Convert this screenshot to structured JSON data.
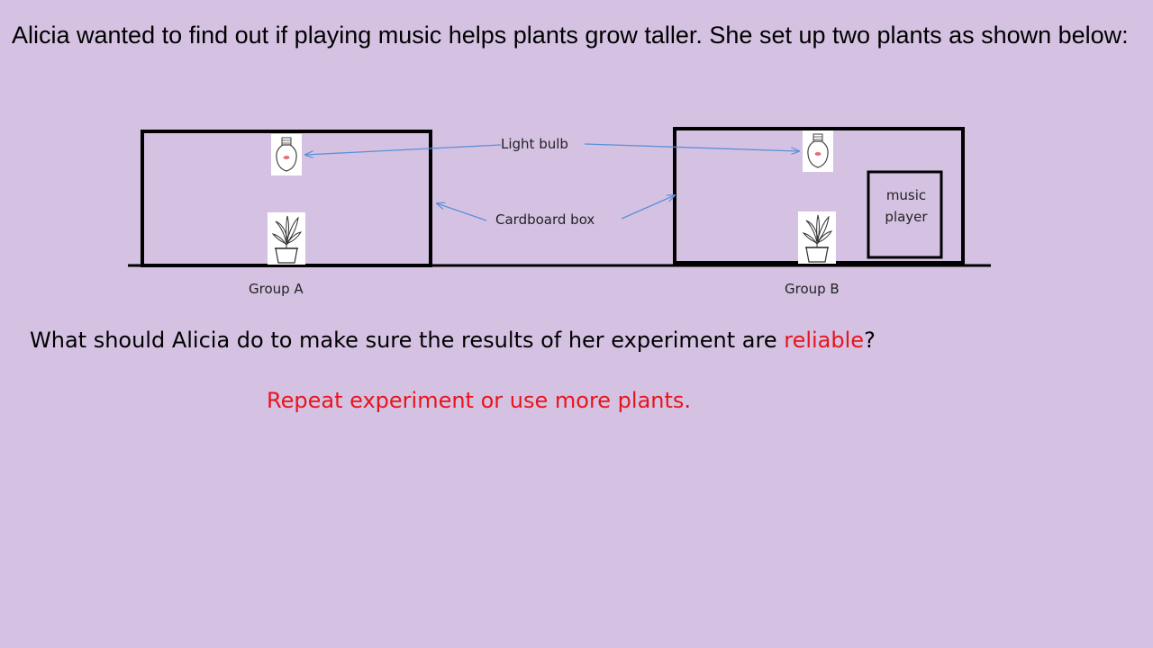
{
  "intro_text": "Alicia wanted to find out if playing music helps plants grow taller.  She set up two plants as shown below:",
  "diagram": {
    "light_bulb_label": "Light bulb",
    "cardboard_box_label": "Cardboard box",
    "music_player_line1": "music",
    "music_player_line2": "player",
    "group_a_label": "Group A",
    "group_b_label": "Group B"
  },
  "question": {
    "prefix": "What should Alicia do to make sure the results of her experiment are ",
    "highlight": "reliable",
    "suffix": "?"
  },
  "answer": "Repeat experiment or use more plants.",
  "colors": {
    "background": "#d5c2e3",
    "highlight": "#e8141c",
    "arrow": "#5b8fd6"
  }
}
